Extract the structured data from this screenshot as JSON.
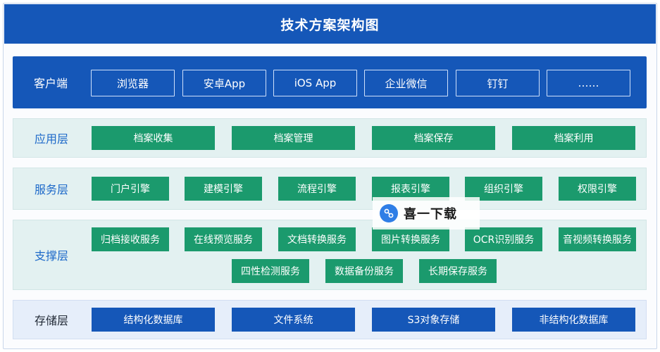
{
  "title": "技术方案架构图",
  "layers": {
    "client": {
      "label": "客户端",
      "items": [
        "浏览器",
        "安卓App",
        "iOS App",
        "企业微信",
        "钉钉",
        "……"
      ]
    },
    "application": {
      "label": "应用层",
      "items": [
        "档案收集",
        "档案管理",
        "档案保存",
        "档案利用"
      ]
    },
    "service": {
      "label": "服务层",
      "items": [
        "门户引擎",
        "建模引擎",
        "流程引擎",
        "报表引擎",
        "组织引擎",
        "权限引擎"
      ]
    },
    "support": {
      "label": "支撑层",
      "items": [
        "归档接收服务",
        "在线预览服务",
        "文档转换服务",
        "图片转换服务",
        "OCR识别服务",
        "音视频转换服务",
        "四性检测服务",
        "数据备份服务",
        "长期保存服务"
      ]
    },
    "storage": {
      "label": "存储层",
      "items": [
        "结构化数据库",
        "文件系统",
        "S3对象存储",
        "非结构化数据库"
      ]
    }
  },
  "watermark": {
    "text": "喜一下载",
    "icon": "link-icon"
  },
  "colors": {
    "primary_blue": "#1557b8",
    "green": "#1b9a6d",
    "teal_bg": "#e3f1f1",
    "label_blue": "#1d69c9"
  }
}
